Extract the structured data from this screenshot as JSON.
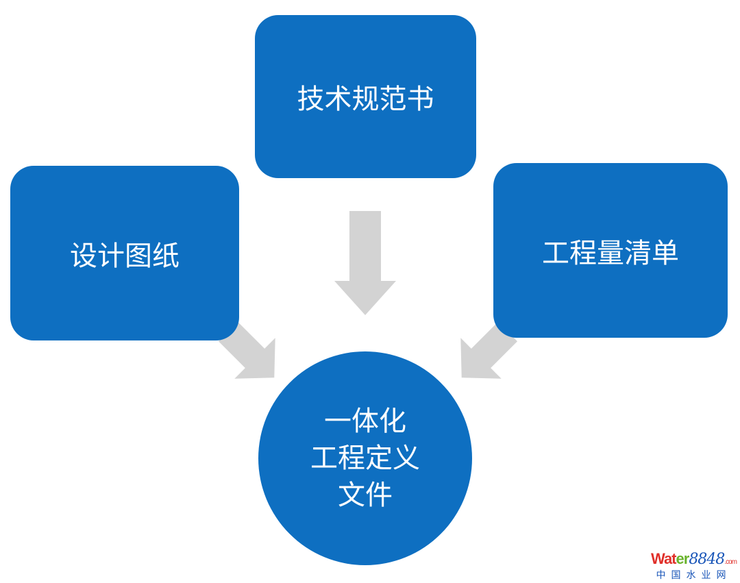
{
  "nodes": {
    "top": "技术规范书",
    "left": "设计图纸",
    "right": "工程量清单",
    "center": [
      "一体化",
      "工程定义",
      "文件"
    ]
  },
  "watermark": {
    "brand_a": "Wat",
    "brand_b": "er",
    "brand_c": "8848",
    "brand_d": ".com",
    "subtitle": "中国水业网"
  },
  "colors": {
    "node": "#0e6fc1",
    "arrow": "#d3d3d3"
  }
}
